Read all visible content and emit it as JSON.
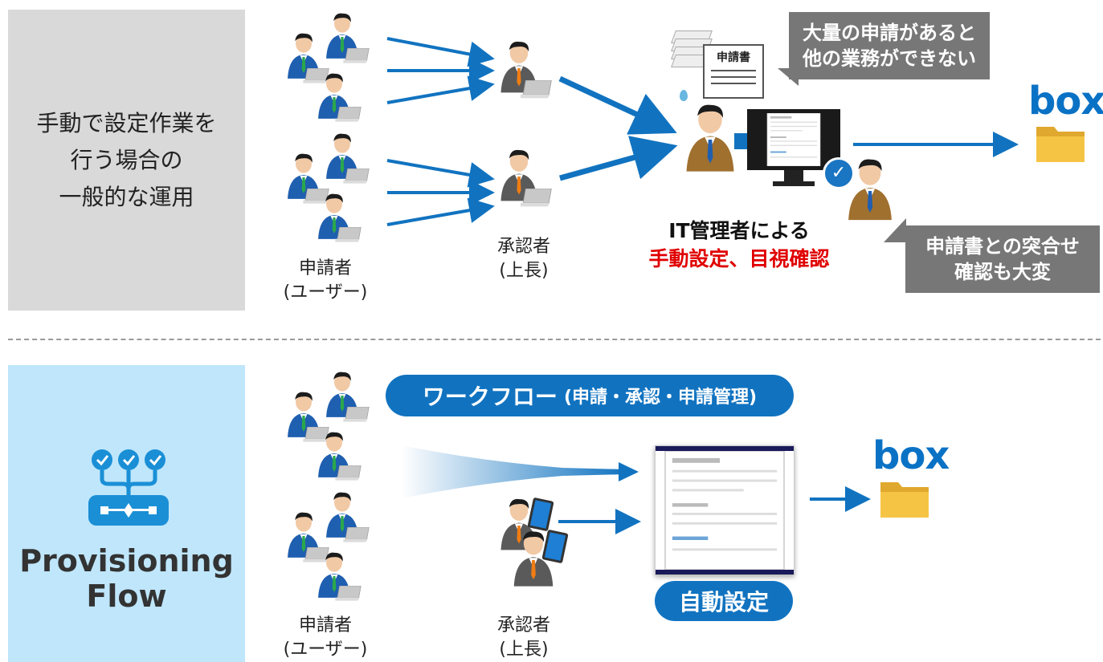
{
  "top": {
    "side_label": "手動で設定作業を\n行う場合の\n一般的な運用",
    "requester_label": "申請者",
    "requester_sub": "(ユーザー)",
    "approver_label": "承認者",
    "approver_sub": "(上長)",
    "form_label": "申請書",
    "callout_1": "大量の申請があると\n他の業務ができない",
    "it_title": "IT管理者による",
    "it_sub": "手動設定、目視確認",
    "callout_2": "申請書との突合せ\n確認も大変",
    "box_logo": "box"
  },
  "bottom": {
    "brand_line1": "Provisioning",
    "brand_line2": "Flow",
    "workflow_main": "ワークフロー",
    "workflow_sub": "(申請・承認・申請管理)",
    "auto_label": "自動設定",
    "requester_label": "申請者",
    "requester_sub": "(ユーザー)",
    "approver_label": "承認者",
    "approver_sub": "(上長)",
    "box_logo": "box"
  },
  "colors": {
    "arrow_blue": "#1173c0",
    "suit_blue": "#1f5fb0",
    "suit_gray": "#5a5a5a",
    "suit_brown": "#a0702f",
    "callout_gray": "#777777",
    "accent_red": "#e00000",
    "folder_yellow": "#f6c445"
  }
}
